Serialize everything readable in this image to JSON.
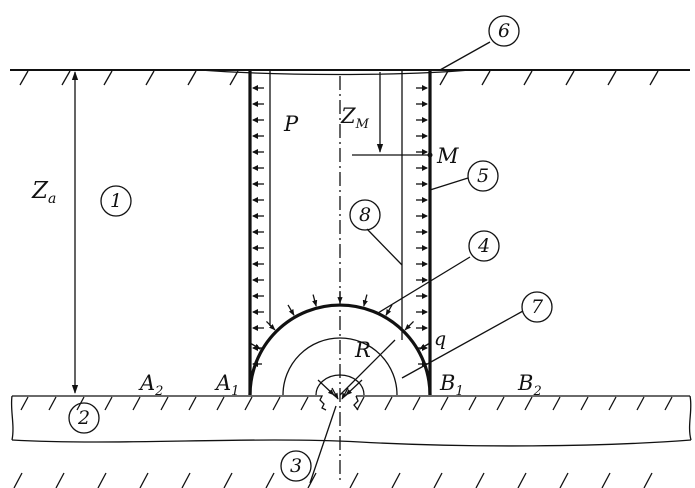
{
  "labels": {
    "Za": "Z",
    "Za_sub": "a",
    "ZM": "Z",
    "ZM_sub": "M",
    "P": "P",
    "M": "M",
    "q": "q",
    "R": "R",
    "A1": "A",
    "A1_sub": "1",
    "A2": "A",
    "A2_sub": "2",
    "B1": "B",
    "B1_sub": "1",
    "B2": "B",
    "B2_sub": "2"
  },
  "callouts": [
    "1",
    "2",
    "3",
    "4",
    "5",
    "6",
    "7",
    "8"
  ]
}
